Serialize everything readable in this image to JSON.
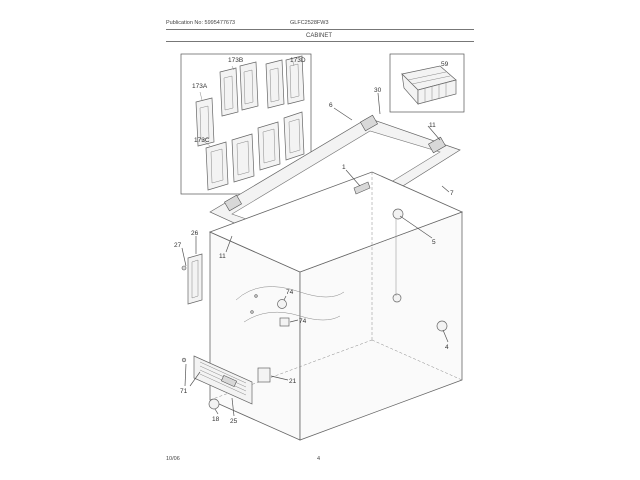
{
  "header": {
    "publication_label": "Publication No: 5995477673",
    "model": "GLFC2528FW3",
    "section_title": "CABINET"
  },
  "footer": {
    "date": "10/06",
    "page_number": "4"
  },
  "callouts": {
    "c173b": "173B",
    "c173d": "173D",
    "c173a": "173A",
    "c173c": "173C",
    "c59": "59",
    "c30": "30",
    "c6": "6",
    "c11a": "11",
    "c1": "1",
    "c7": "7",
    "c5": "5",
    "c27": "27",
    "c26": "26",
    "c11b": "11",
    "c74a": "74",
    "c74b": "74",
    "c4": "4",
    "c71": "71",
    "c21": "21",
    "c18": "18",
    "c25": "25"
  }
}
